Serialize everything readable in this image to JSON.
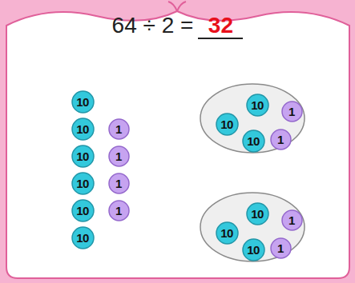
{
  "diagram": {
    "title": "64 ÷ 2 =",
    "nodes": [
      {
        "text": [
          "10"
        ]
      },
      {
        "text": [
          "10"
        ]
      },
      {
        "text": [
          "10"
        ]
      },
      {
        "text": [
          "10"
        ]
      },
      {
        "text": [
          "10"
        ]
      },
      {
        "text": [
          "10"
        ]
      },
      {
        "text": [
          "1"
        ]
      },
      {
        "text": [
          "1"
        ]
      },
      {
        "text": [
          "1"
        ]
      },
      {
        "text": [
          "1"
        ]
      },
      {
        "text": []
      },
      {
        "text": [
          "10"
        ],
        "in": 10
      },
      {
        "text": [
          "10"
        ],
        "in": 10
      },
      {
        "text": [
          "10"
        ],
        "in": 10
      },
      {
        "text": [
          "1"
        ],
        "in": 10
      },
      {
        "text": [
          "1"
        ],
        "in": 10
      },
      {
        "text": []
      },
      {
        "text": [
          "10"
        ],
        "in": 16
      },
      {
        "text": [
          "10"
        ],
        "in": 16
      },
      {
        "text": [
          "10"
        ],
        "in": 16
      },
      {
        "text": [
          "1"
        ],
        "in": 16
      },
      {
        "text": [
          "1"
        ],
        "in": 16
      }
    ],
    "labels": [
      "32"
    ]
  }
}
